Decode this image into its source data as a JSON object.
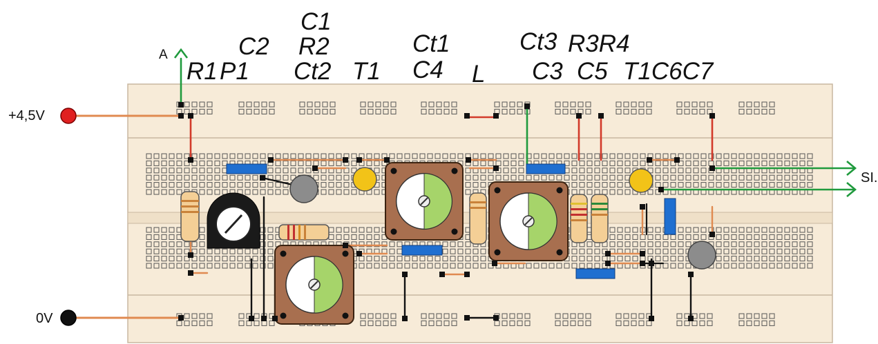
{
  "colors": {
    "board": "#f7ebd8",
    "board_edge": "#c8b7a0",
    "hole": "#555555",
    "pot_body": "#a86f4f",
    "wire_orange": "#e08a50",
    "wire_red": "#d23a2a",
    "wire_green": "#1f9a3d",
    "wire_black": "#111111",
    "cap_blue": "#1f6fd0",
    "trimmer_yellow": "#f2c318",
    "electrolytic_gray": "#8c8c8c",
    "terminal_red": "#e02020"
  },
  "labels": {
    "top": [
      "R1",
      "P1",
      "C2",
      "C1",
      "R2",
      "Ct2",
      "T1",
      "Ct1",
      "C4",
      "L",
      "Ct3",
      "R3R4",
      "C3",
      "C5",
      "T1C6C7"
    ],
    "supply_plus": "+4,5V",
    "supply_zero": "0V",
    "input": "A",
    "output": "SI."
  },
  "icons": [
    "supply-terminal-icon",
    "ground-terminal-icon",
    "arrow-up-icon",
    "arrow-right-icon"
  ]
}
